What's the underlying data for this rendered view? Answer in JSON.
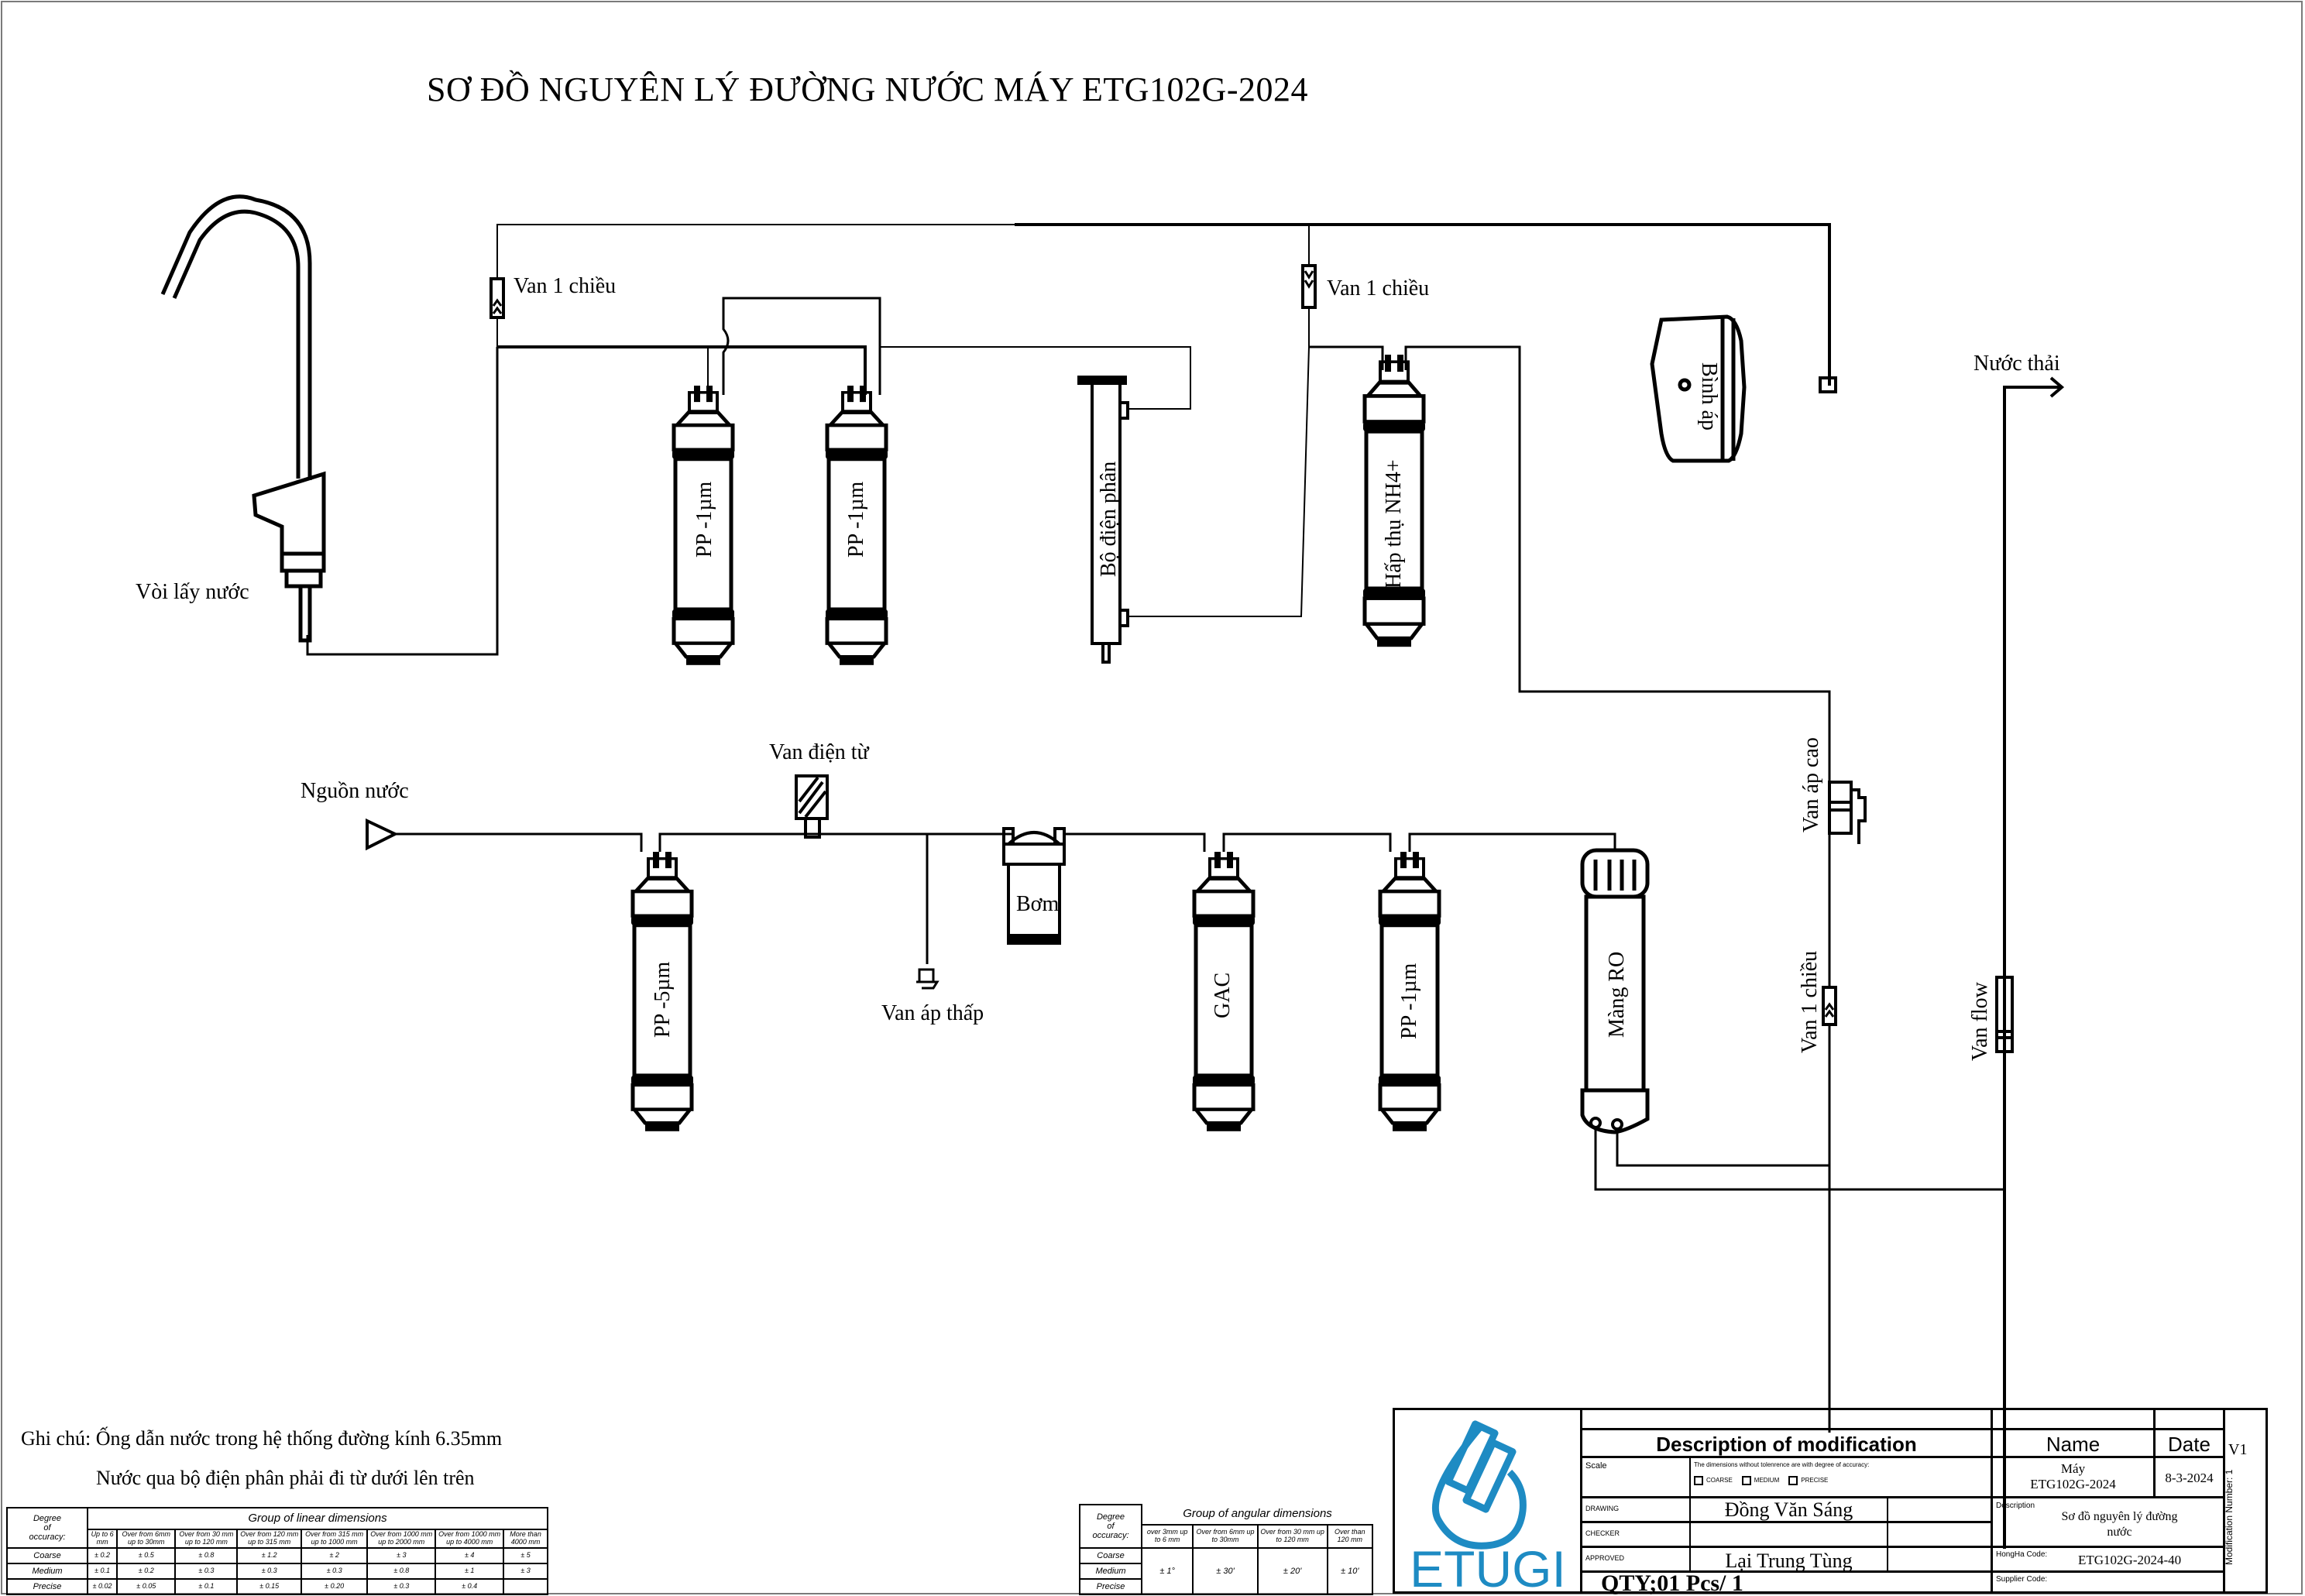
{
  "title": "SƠ ĐỒ NGUYÊN LÝ ĐƯỜNG NƯỚC MÁY ETG102G-2024",
  "labels": {
    "faucet": "Vòi lấy nước",
    "check_valve_left": "Van 1 chiều",
    "check_valve_mid": "Van 1 chiều",
    "check_valve_right": "Van 1 chiều",
    "filter_pp1_a": "PP -1µm",
    "filter_pp1_b": "PP -1µm",
    "electrolyzer": "Bộ điện phân",
    "nh4_filter": "Hấp thụ NH4+",
    "pressure_tank": "Bình áp",
    "waste_water": "Nước thải",
    "water_source": "Nguồn nước",
    "solenoid_valve": "Van điện từ",
    "pump": "Bơm",
    "low_pressure_switch": "Van áp thấp",
    "filter_pp5": "PP -5µm",
    "filter_gac": "GAC",
    "filter_pp1_c": "PP -1µm",
    "ro_membrane": "Màng RO",
    "high_pressure_switch": "Van áp cao",
    "flow_valve": "Van flow"
  },
  "notes": {
    "line1": "Ghi chú: Ống dẫn nước trong hệ thống đường kính 6.35mm",
    "line2": "Nước qua bộ điện phân phải đi từ dưới lên trên"
  },
  "linear_table": {
    "corner": [
      "Degree",
      "of",
      "occuracy:"
    ],
    "group_title": "Group of linear dimensions",
    "columns": [
      "Up to 6 mm",
      "Over from 6mm up to 30mm",
      "Over from 30 mm up to 120 mm",
      "Over from 120 mm up to 315 mm",
      "Over from 315 mm up to 1000 mm",
      "Over from 1000 mm up to 2000 mm",
      "Over from 1000 mm up to 4000 mm",
      "More than 4000 mm"
    ],
    "rows": [
      {
        "name": "Coarse",
        "values": [
          "± 0.2",
          "± 0.5",
          "± 0.8",
          "± 1.2",
          "± 2",
          "± 3",
          "± 4",
          "± 5"
        ]
      },
      {
        "name": "Medium",
        "values": [
          "± 0.1",
          "± 0.2",
          "± 0.3",
          "± 0.3",
          "± 0.3",
          "± 0.8",
          "± 1",
          "± 3"
        ]
      },
      {
        "name": "Precise",
        "values": [
          "± 0.02",
          "± 0.05",
          "± 0.1",
          "± 0.15",
          "± 0.20",
          "± 0.3",
          "± 0.4",
          ""
        ]
      }
    ]
  },
  "angular_table": {
    "corner": [
      "Degree",
      "of",
      "occuracy:"
    ],
    "group_title": "Group of angular dimensions",
    "columns": [
      "over 3mm up to 6 mm",
      "Over from 6mm up to 30mm",
      "Over from 30 mm up to 120 mm",
      "Over than 120 mm"
    ],
    "rows": [
      "Coarse",
      "Medium",
      "Precise"
    ],
    "values": [
      "± 1°",
      "± 30'",
      "± 20'",
      "± 10'"
    ]
  },
  "title_block": {
    "logo_text": "ETUGI",
    "brand_color": "#1e8bc3",
    "description_header": "Description of modification",
    "name_header": "Name",
    "date_header": "Date",
    "scale_label": "Scale",
    "accuracy_note": "The dimensions without tolenrence are with degree of accuracy:",
    "accuracy_options": [
      "COARSE",
      "MEDIUM",
      "PRECISE"
    ],
    "name_value_line1": "Máy",
    "name_value_line2": "ETG102G-2024",
    "date_value": "8-3-2024",
    "drawing_label": "DRAWING",
    "drawing_value": "Đồng Văn Sáng",
    "checker_label": "CHECKER",
    "checker_value": "",
    "approved_label": "APPROVED",
    "approved_value": "Lại Trung Tùng",
    "qty": "QTY;01 Pcs/ 1",
    "description_label": "Description",
    "description_value_line1": "Sơ đồ nguyên lý đường",
    "description_value_line2": "nước",
    "hongha_label": "HongHa Code:",
    "hongha_value": "ETG102G-2024-40",
    "supplier_label": "Supplier Code:",
    "supplier_value": "",
    "version": "V1",
    "modification_number": "Modification Number: 1"
  }
}
